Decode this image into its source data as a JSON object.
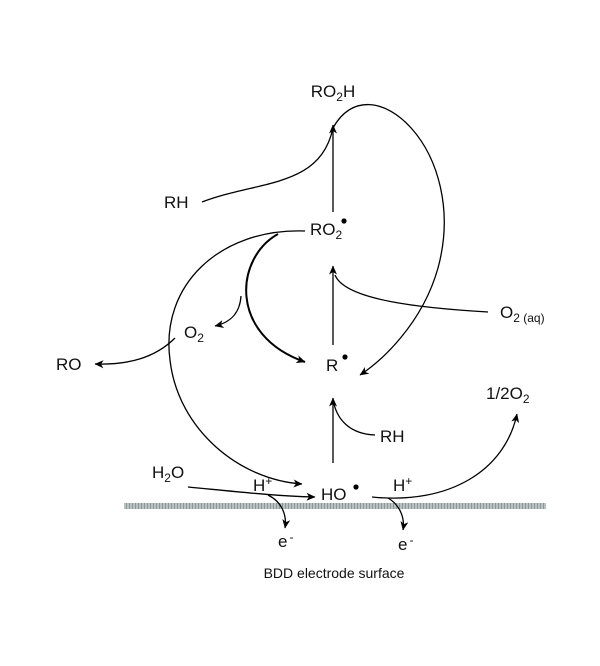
{
  "species": {
    "ro2h": {
      "main": "RO",
      "sub": "2",
      "tail": "H"
    },
    "rh_top": "RH",
    "ro2_radical": {
      "main": "RO",
      "sub": "2"
    },
    "o2_aq": {
      "main": "O",
      "sub": "2 (aq)"
    },
    "o2_mid": {
      "main": "O",
      "sub": "2"
    },
    "ro": "RO",
    "r_radical": "R",
    "half_o2": {
      "main": "1/2O",
      "sub": "2"
    },
    "rh_bottom": "RH",
    "h2o": {
      "main": "H",
      "sub": "2",
      "tail": "O"
    },
    "h_plus_left": "H",
    "h_plus_right": "H",
    "ho_radical": "HO",
    "e_left": "e",
    "e_right": "e",
    "plus_sign": "+",
    "minus_sign": "-"
  },
  "caption": "BDD electrode surface",
  "colors": {
    "ink": "#000000",
    "surface_dark": "#6f7a7a",
    "surface_light": "#b9c2c2"
  }
}
